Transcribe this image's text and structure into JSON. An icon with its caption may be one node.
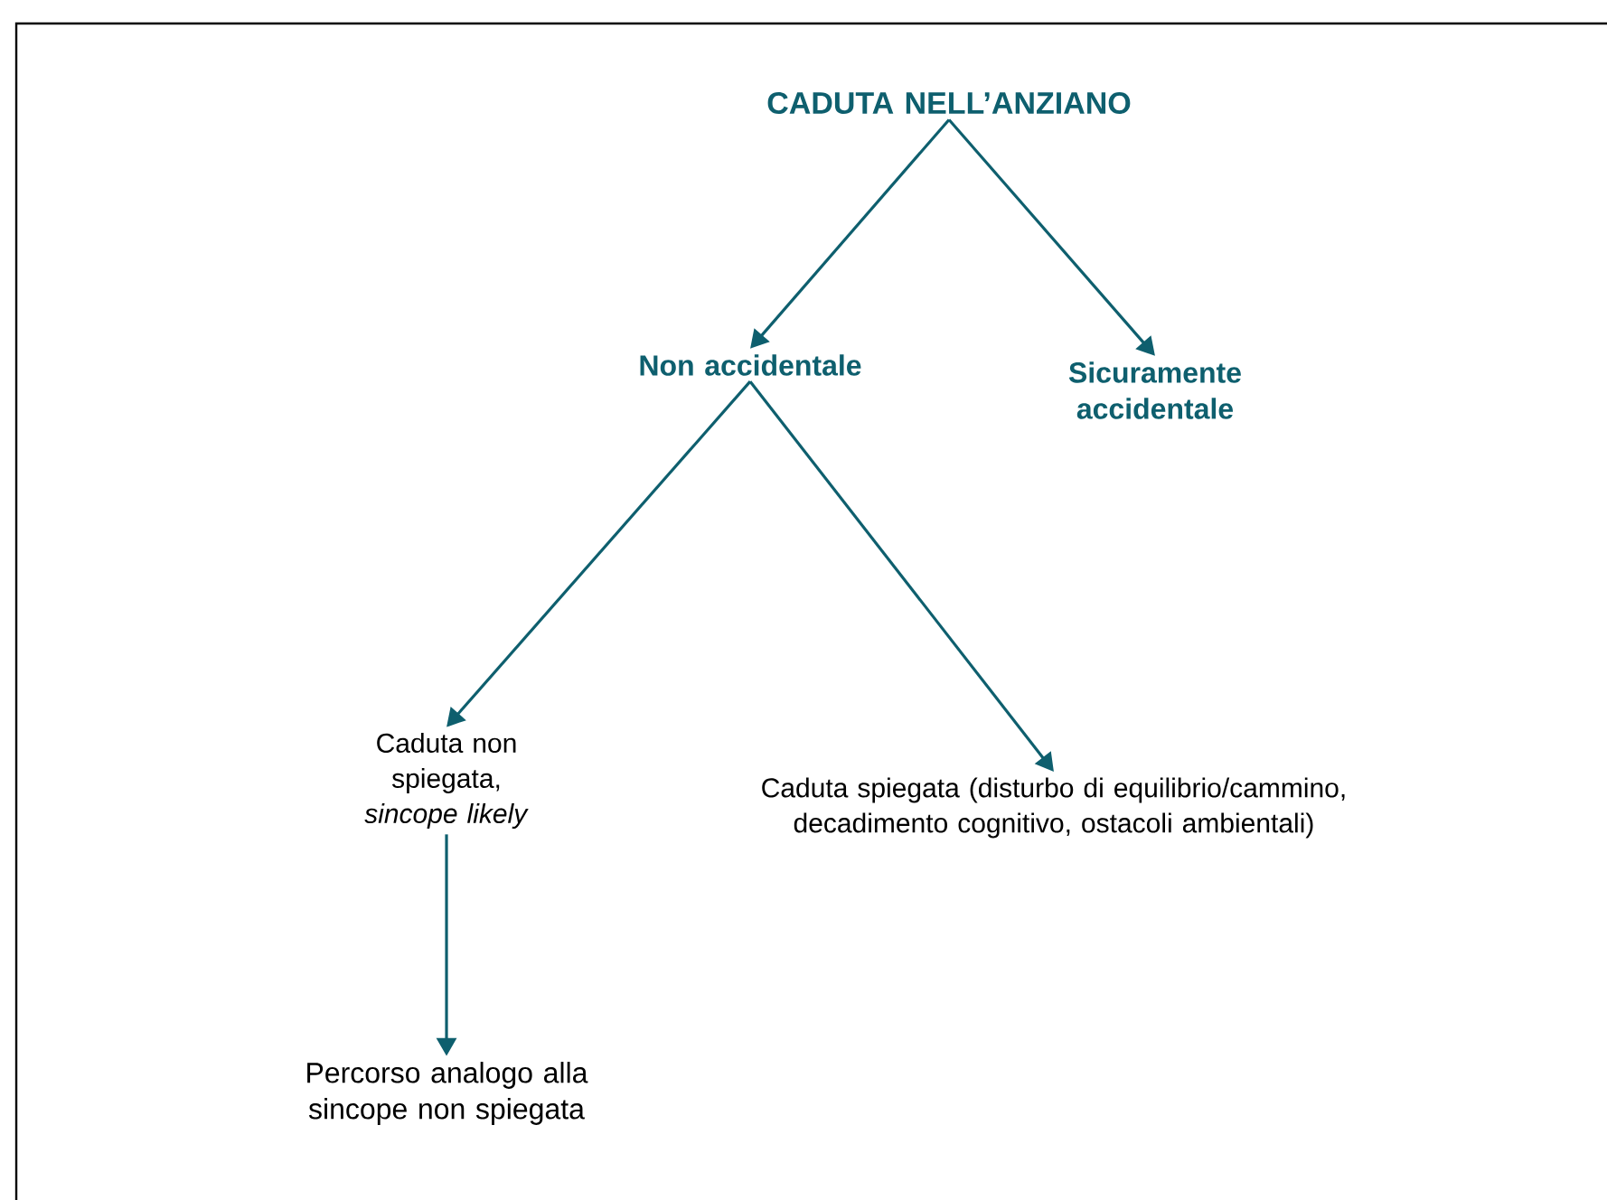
{
  "diagram": {
    "nodes": [
      {
        "text": [
          "CADUTA NELL’ANZIANO"
        ]
      },
      {
        "text": [
          "Non accidentale"
        ]
      },
      {
        "text": [
          "Sicuramente accidentale"
        ]
      },
      {
        "text": [
          "Caduta non spiegata, *sincope likely*"
        ]
      },
      {
        "text": [
          "Caduta spiegata (disturbo di equilibrio/cammino, decadimento cognitivo, ostacoli ambientali)"
        ]
      },
      {
        "text": [
          "Percorso analogo alla sincope non spiegata"
        ]
      }
    ],
    "edges": [
      {
        "from": 0,
        "to": 1,
        "arrow": "to"
      },
      {
        "from": 0,
        "to": 2,
        "arrow": "to"
      },
      {
        "from": 1,
        "to": 3,
        "arrow": "to"
      },
      {
        "from": 1,
        "to": 4,
        "arrow": "to"
      },
      {
        "from": 3,
        "to": 5,
        "arrow": "to"
      }
    ]
  }
}
